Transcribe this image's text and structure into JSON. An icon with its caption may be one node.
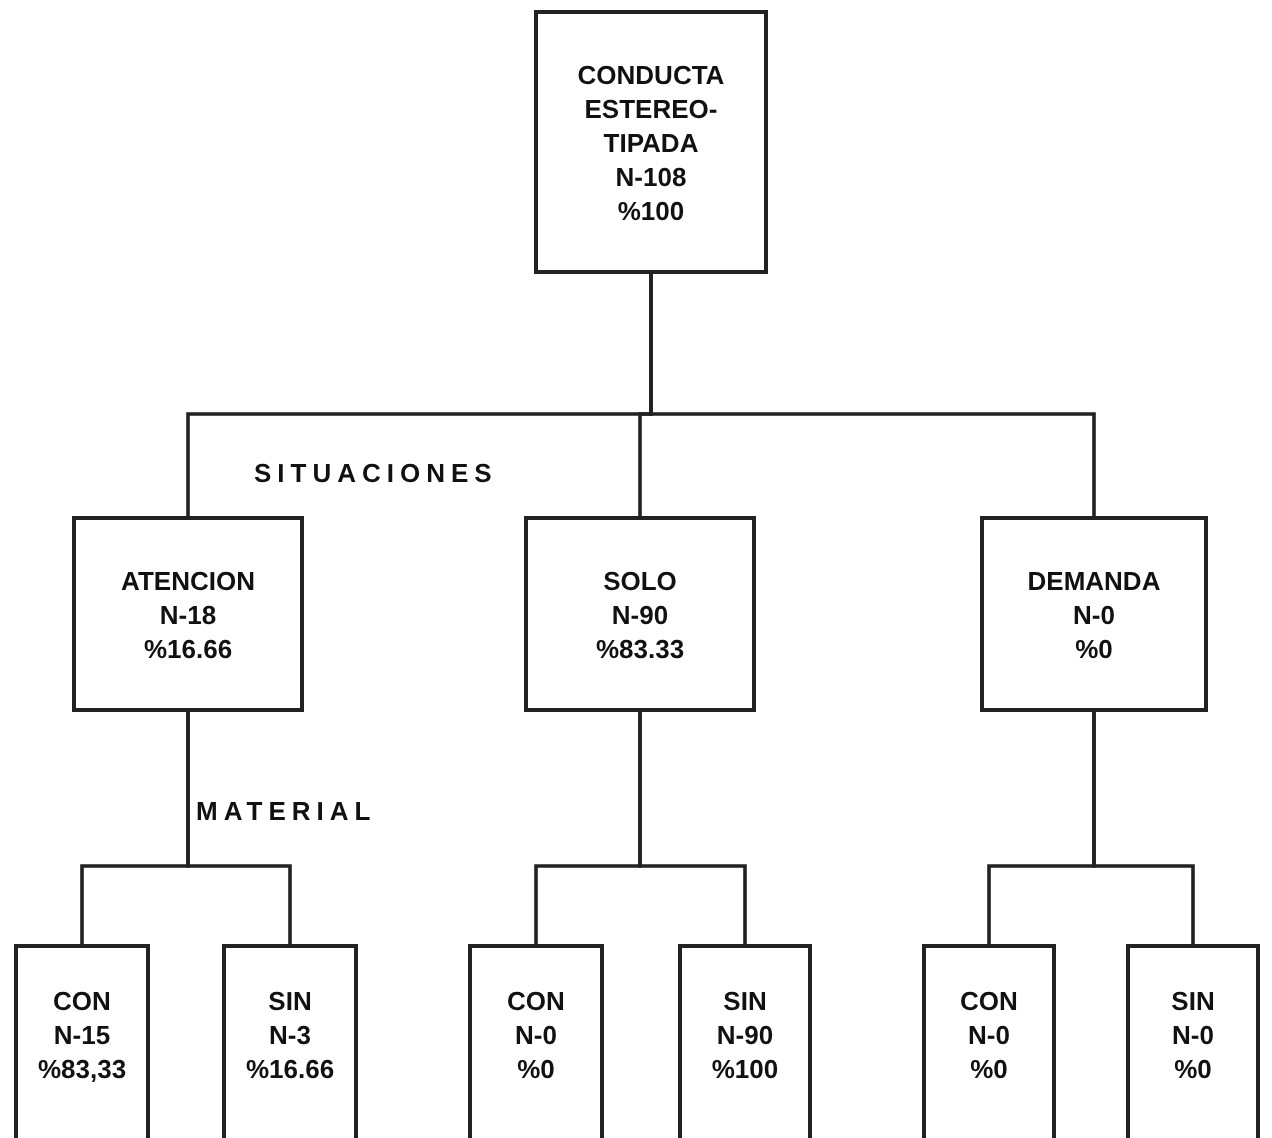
{
  "diagram": {
    "nodes": [
      {
        "text": [
          "CONDUCTA ESTEREO- TIPADA",
          "N-108",
          "%100"
        ]
      },
      {
        "text": [
          "ATENCION",
          "N-18",
          "%16.66"
        ]
      },
      {
        "text": [
          "SOLO",
          "N-90",
          "%83.33"
        ]
      },
      {
        "text": [
          "DEMANDA",
          "N-0",
          "%0"
        ]
      },
      {
        "text": [
          "CON",
          "N-15",
          "%83,33"
        ]
      },
      {
        "text": [
          "SIN",
          "N-3",
          "%16.66"
        ]
      },
      {
        "text": [
          "CON",
          "N-0",
          "%0"
        ]
      },
      {
        "text": [
          "SIN",
          "N-90",
          "%100"
        ]
      },
      {
        "text": [
          "CON",
          "N-0",
          "%0"
        ]
      },
      {
        "text": [
          "SIN",
          "N-0",
          "%0"
        ]
      }
    ],
    "edges": [
      {
        "from": 0,
        "to": 1,
        "arrow": "none"
      },
      {
        "from": 0,
        "to": 2,
        "arrow": "none"
      },
      {
        "from": 0,
        "to": 3,
        "arrow": "none"
      },
      {
        "from": 1,
        "to": 4,
        "arrow": "none"
      },
      {
        "from": 1,
        "to": 5,
        "arrow": "none"
      },
      {
        "from": 2,
        "to": 6,
        "arrow": "none"
      },
      {
        "from": 2,
        "to": 7,
        "arrow": "none"
      },
      {
        "from": 3,
        "to": 8,
        "arrow": "none"
      },
      {
        "from": 3,
        "to": 9,
        "arrow": "none"
      }
    ],
    "labels": [
      "SITUACIONES",
      "MATERIAL"
    ]
  }
}
